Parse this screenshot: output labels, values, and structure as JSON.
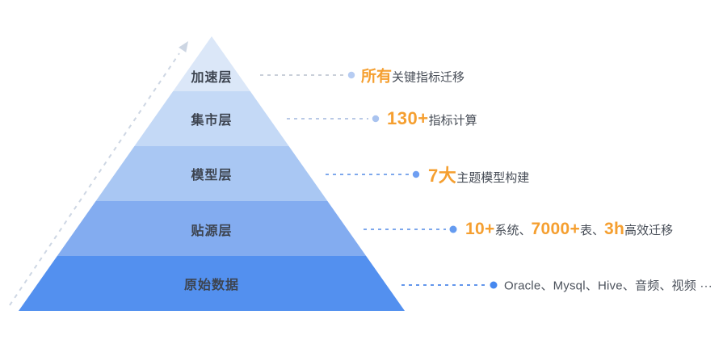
{
  "pyramid": {
    "layers": [
      {
        "label": "加速层",
        "color": "#dbe7f8"
      },
      {
        "label": "集市层",
        "color": "#c4d9f6"
      },
      {
        "label": "模型层",
        "color": "#a9c7f3"
      },
      {
        "label": "贴源层",
        "color": "#83acf0"
      },
      {
        "label": "原始数据",
        "color": "#5390ef"
      }
    ],
    "label_color": "#3d4450"
  },
  "arrow": {
    "color": "#cdd6e3"
  },
  "accent_orange": "#f59f30",
  "text_dark": "#474d57",
  "annotations": [
    {
      "line_color": "#c9cfd9",
      "dot_color": "#b6ccf2",
      "segments": [
        {
          "text": "所有"
        },
        {
          "text": "关键指标迁移"
        }
      ]
    },
    {
      "line_color": "#b9c9e6",
      "dot_color": "#a9c3ef",
      "segments": [
        {
          "text": "130+"
        },
        {
          "text": "指标计算"
        }
      ]
    },
    {
      "line_color": "#7ea8ec",
      "dot_color": "#6f9ff2",
      "segments": [
        {
          "text": "7大"
        },
        {
          "text": "主题模型构建"
        }
      ]
    },
    {
      "line_color": "#7da7ec",
      "dot_color": "#659bf0",
      "segments": [
        {
          "text": "10+"
        },
        {
          "text": "系统、"
        },
        {
          "text": "7000+"
        },
        {
          "text": "表、"
        },
        {
          "text": "3h"
        },
        {
          "text": "高效迁移"
        }
      ]
    },
    {
      "line_color": "#6296ec",
      "dot_color": "#4688ef",
      "segments": [
        {
          "text": "Oracle、Mysql、Hive、音频、视频 ···"
        }
      ]
    }
  ]
}
